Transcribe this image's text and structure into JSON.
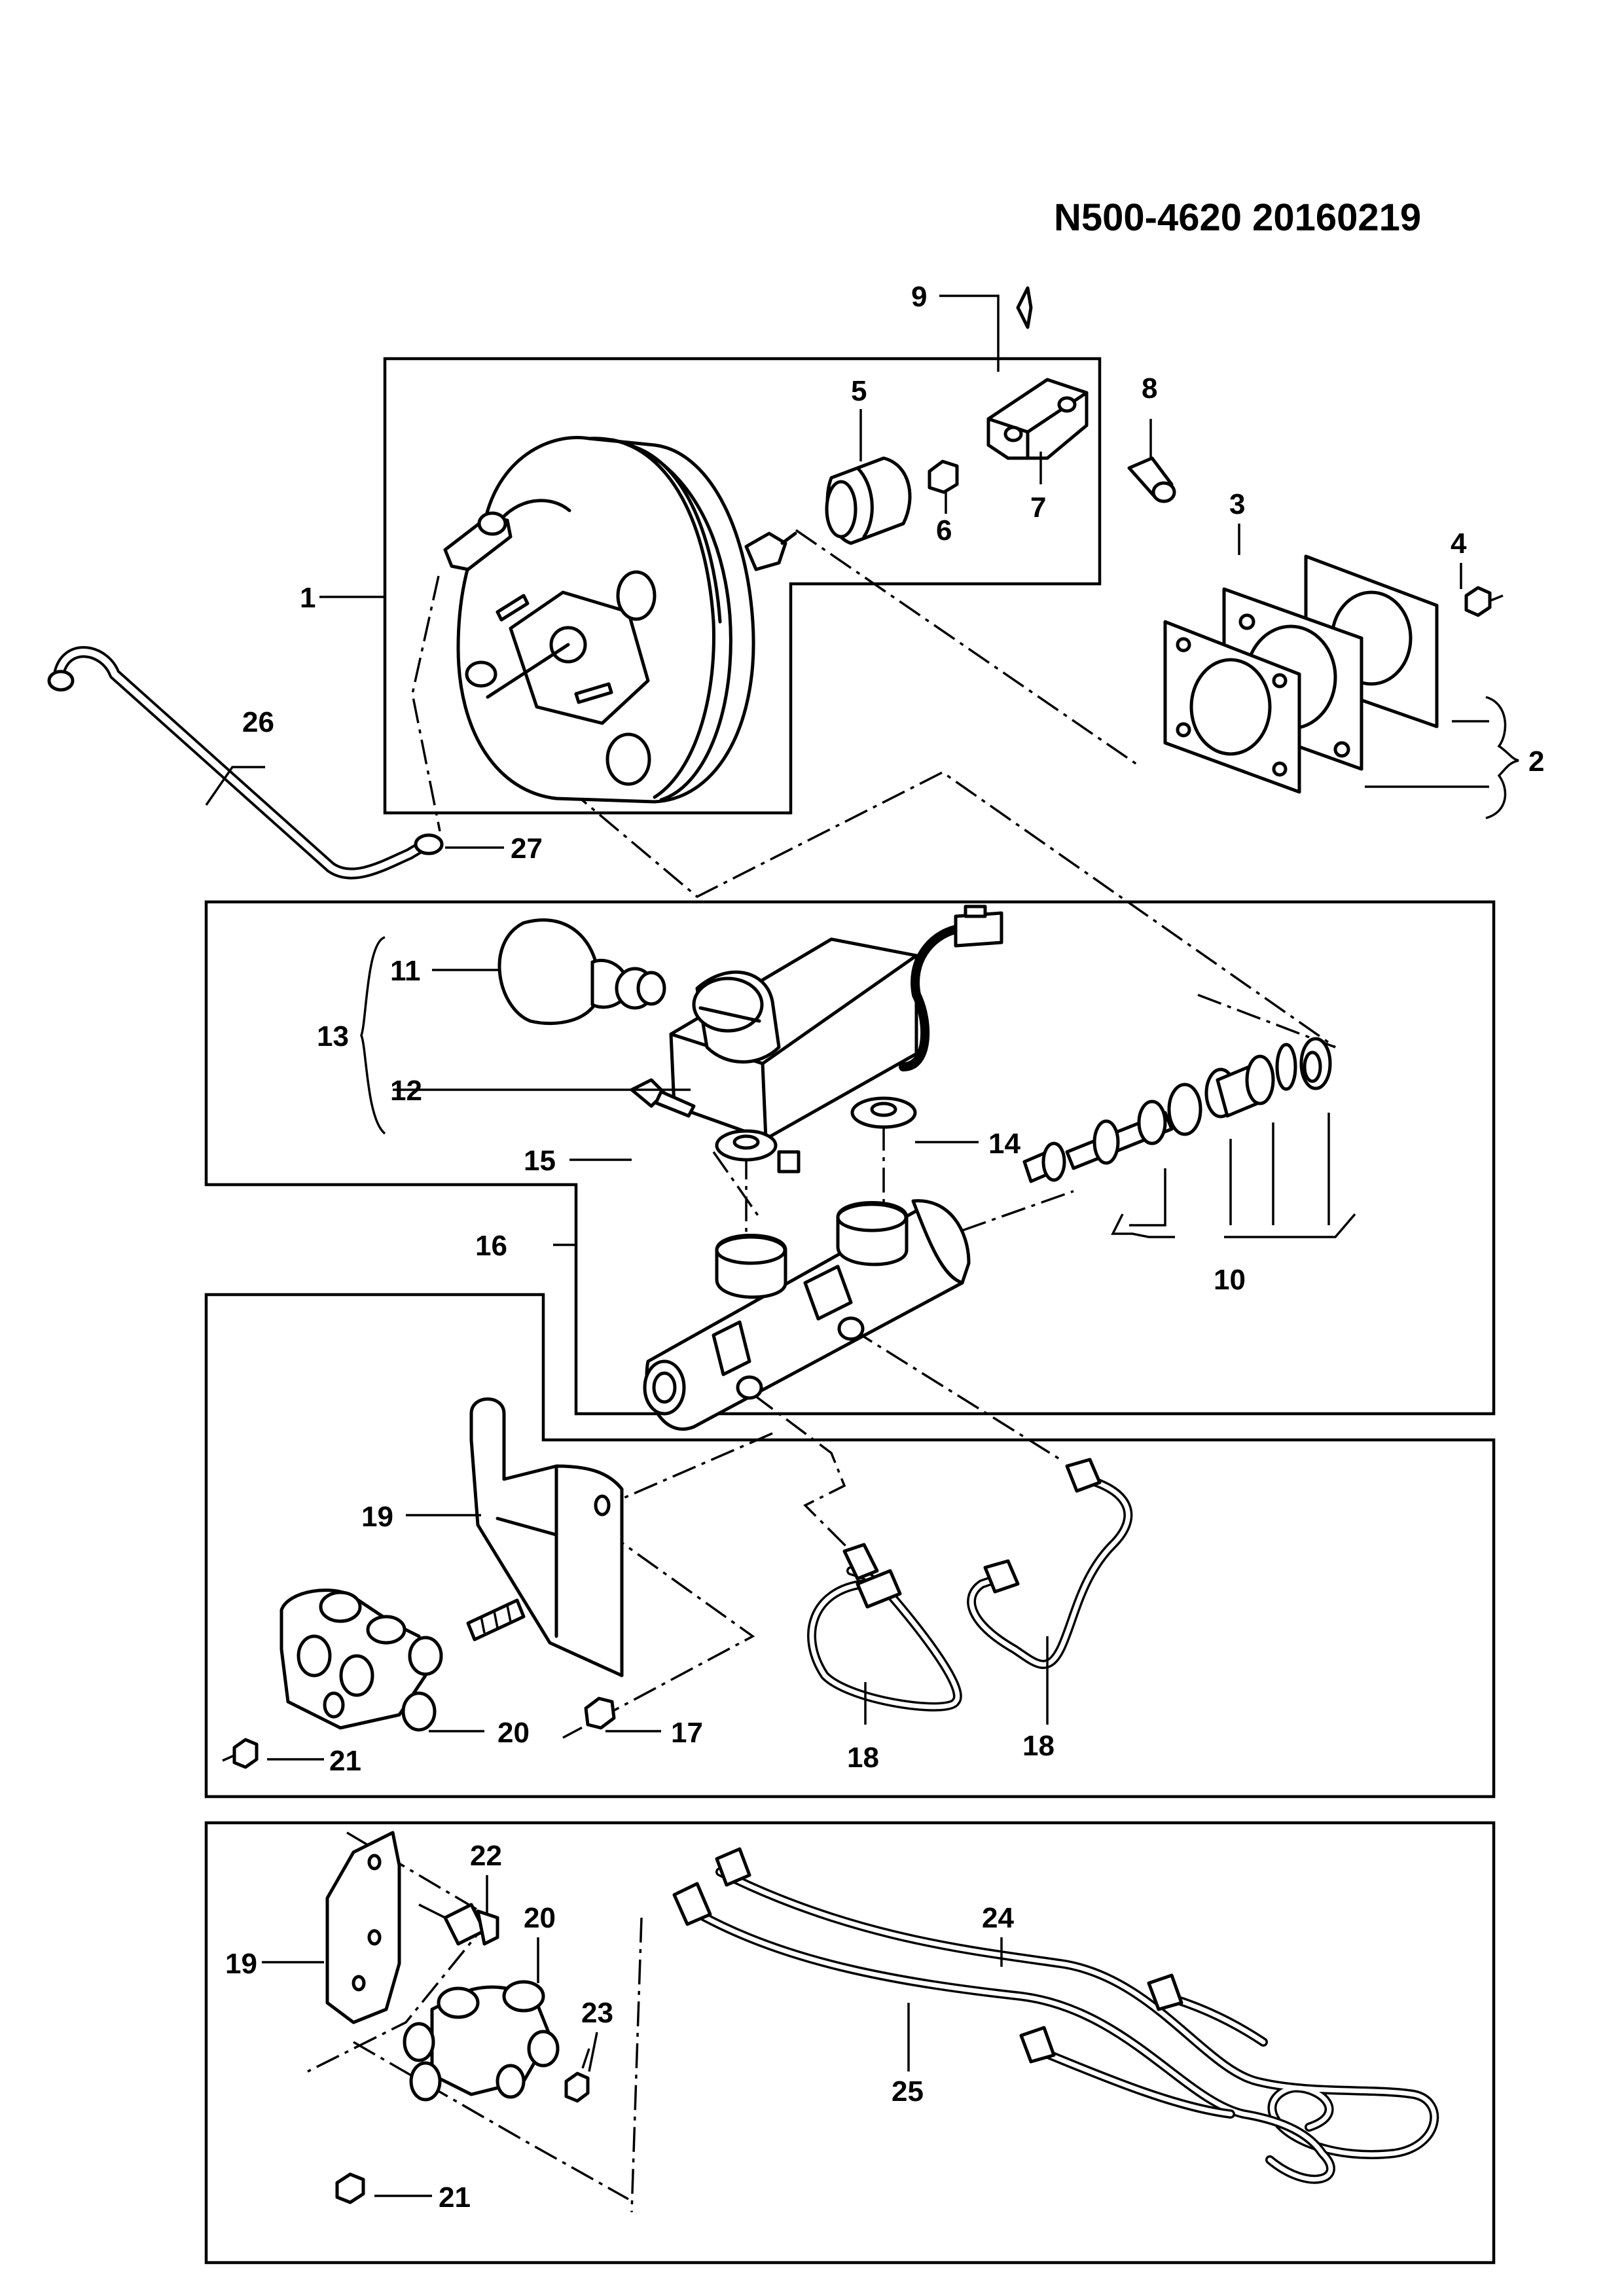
{
  "document_id": "N500-4620  20160219",
  "callouts": {
    "c1": "1",
    "c2": "2",
    "c3": "3",
    "c4": "4",
    "c5": "5",
    "c6": "6",
    "c7": "7",
    "c8": "8",
    "c9": "9",
    "c10": "10",
    "c11": "11",
    "c12": "12",
    "c13": "13",
    "c14": "14",
    "c15": "15",
    "c16": "16",
    "c17": "17",
    "c18a": "18",
    "c18b": "18",
    "c19a": "19",
    "c19b": "19",
    "c20a": "20",
    "c20b": "20",
    "c21a": "21",
    "c21b": "21",
    "c22": "22",
    "c23": "23",
    "c24": "24",
    "c25": "25",
    "c26": "26",
    "c27": "27"
  }
}
